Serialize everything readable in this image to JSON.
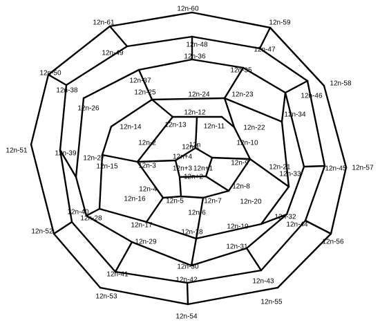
{
  "colors": {
    "line": "#000000",
    "text": "#000000",
    "background": "#ffffff"
  },
  "labels": [
    "12n",
    "12n+1",
    "12n+2",
    "12n+3",
    "12n+4",
    "12n-1",
    "12n-2",
    "12n-3",
    "12n-4",
    "12n-5",
    "12n-6",
    "12n-7",
    "12n-8",
    "12n-9",
    "12n-10",
    "12n-11",
    "12n-12",
    "12n-13",
    "12n-14",
    "12n-15",
    "12n-16",
    "12n-17",
    "12n-18",
    "12n-19",
    "12n-20",
    "12n-21",
    "12n-22",
    "12n-23",
    "12n-24",
    "12n-25",
    "12n-26",
    "12n-27",
    "12n-28",
    "12n-29",
    "12n-30",
    "12n-31",
    "12n-32",
    "12n-33",
    "12n-34",
    "12n-35",
    "12n-36",
    "12n-37",
    "12n-38",
    "12n-39",
    "12n-40",
    "12n-41",
    "12n-42",
    "12n-43",
    "12n-44",
    "12n-45",
    "12n-46",
    "12n-47",
    "12n-48",
    "12n-49",
    "12n-50",
    "12n-51",
    "12n-52",
    "12n-53",
    "12n-54",
    "12n-55",
    "12n-56",
    "12n-57",
    "12n-58",
    "12n-59",
    "12n-60",
    "12n-61"
  ]
}
